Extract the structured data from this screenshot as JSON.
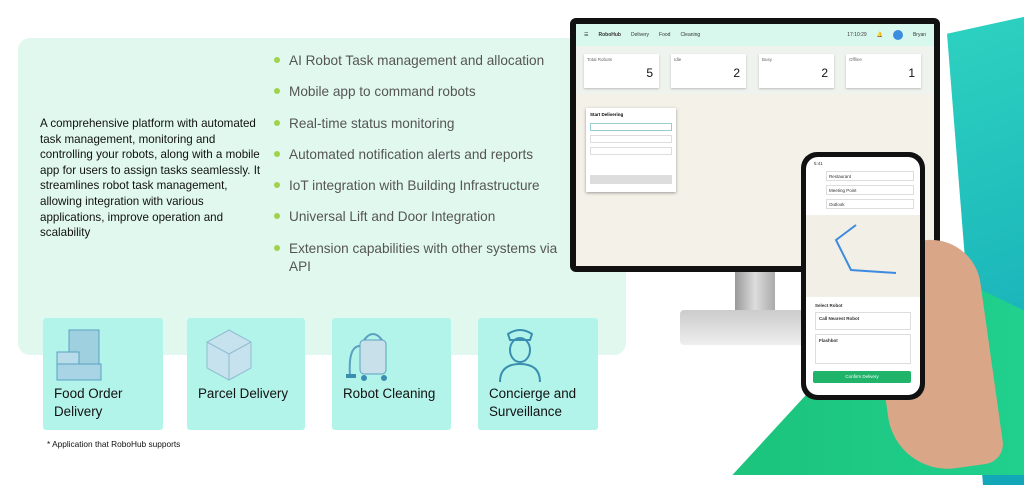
{
  "description": "A comprehensive platform with automated task management, monitoring and controlling your robots, along with a mobile app for users to assign tasks seamlessly. It streamlines robot task management, allowing integration with various applications, improve operation and scalability",
  "features": [
    "AI Robot Task management and allocation",
    "Mobile app to command robots",
    "Real-time status monitoring",
    "Automated notification alerts and reports",
    "IoT integration with Building Infrastructure",
    "Universal Lift and Door Integration",
    "Extension capabilities with other systems via API"
  ],
  "applications": [
    {
      "label": "Food Order Delivery",
      "icon": "food-box-icon"
    },
    {
      "label": "Parcel Delivery",
      "icon": "parcel-box-icon"
    },
    {
      "label": "Robot Cleaning",
      "icon": "vacuum-icon"
    },
    {
      "label": "Concierge and Surveillance",
      "icon": "concierge-icon"
    }
  ],
  "footnote": "* Application that RoboHub supports",
  "dashboard": {
    "app": "RoboHub",
    "nav": [
      "Delivery",
      "Food",
      "Cleaning"
    ],
    "time": "17:10:29",
    "user": "Bryan",
    "stats": [
      {
        "label": "Total Robots",
        "value": "5"
      },
      {
        "label": "Idle",
        "value": "2"
      },
      {
        "label": "Busy",
        "value": "2"
      },
      {
        "label": "Offline",
        "value": "1"
      }
    ],
    "form_title": "Start Delivering"
  },
  "mobile": {
    "time": "5:41",
    "stops": [
      "Restaurant",
      "Meeting Point",
      "Outlook"
    ],
    "select_robot": "Select Robot",
    "nearest": "Call Nearest Robot",
    "robot": "Flashbot",
    "confirm": "Confirm Delivery"
  },
  "colors": {
    "panel": "#e1f8ef",
    "card": "#b3f4ea",
    "bullet": "#9fd34c",
    "green": "#1fb46a"
  }
}
